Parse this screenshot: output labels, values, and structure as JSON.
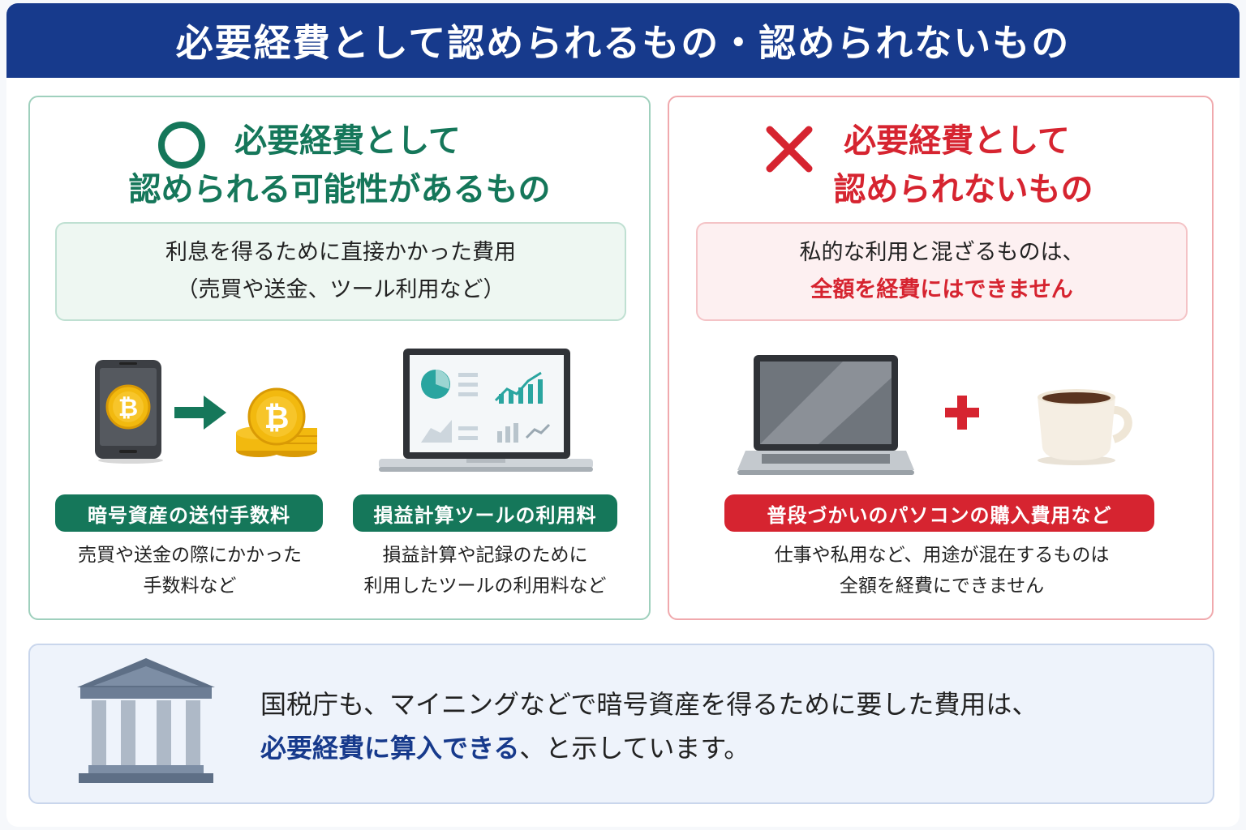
{
  "header": {
    "title": "必要経費として認められるもの・認められないもの"
  },
  "allowed": {
    "title_line1": "必要経費として",
    "title_line2": "認められる可能性があるもの",
    "summary_line1": "利息を得るために直接かかった費用",
    "summary_line2": "（売買や送金、ツール利用など）",
    "items": [
      {
        "label": "暗号資産の送付手数料",
        "desc_line1": "売買や送金の際にかかった",
        "desc_line2": "手数料など"
      },
      {
        "label": "損益計算ツールの利用料",
        "desc_line1": "損益計算や記録のために",
        "desc_line2": "利用したツールの利用料など"
      }
    ]
  },
  "not_allowed": {
    "title_line1": "必要経費として",
    "title_line2": "認められないもの",
    "summary_line1": "私的な利用と混ざるものは、",
    "summary_line2": "全額を経費にはできません",
    "item": {
      "label": "普段づかいのパソコンの購入費用など",
      "desc_line1": "仕事や私用など、用途が混在するものは",
      "desc_line2": "全額を経費にできません"
    }
  },
  "note": {
    "line1": "国税庁も、マイニングなどで暗号資産を得るために要した費用は、",
    "line2_highlight": "必要経費に算入できる",
    "line2_rest": "、と示しています。"
  },
  "colors": {
    "header": "#173a8c",
    "green": "#15775a",
    "red": "#d62430",
    "gold": "#f2b90f"
  },
  "icons": [
    "circle-mark-icon",
    "cross-mark-icon",
    "smartphone-bitcoin-icon",
    "arrow-right-icon",
    "bitcoin-coins-icon",
    "laptop-dashboard-icon",
    "laptop-icon",
    "plus-icon",
    "coffee-cup-icon",
    "government-building-icon"
  ]
}
